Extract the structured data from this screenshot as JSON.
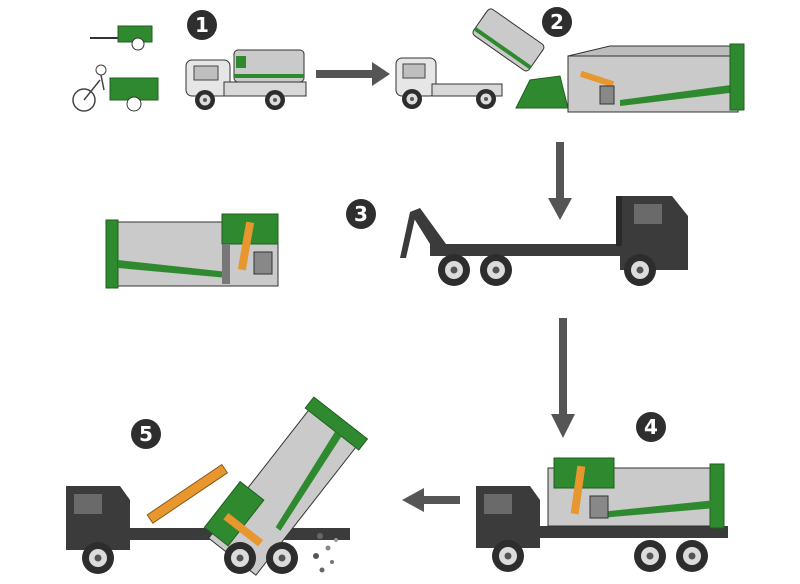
{
  "steps": [
    {
      "number": "1"
    },
    {
      "number": "2"
    },
    {
      "number": "3"
    },
    {
      "number": "4"
    },
    {
      "number": "5"
    }
  ],
  "colors": {
    "container_green": "#2f8a2f",
    "body_gray": "#c9cac9",
    "cab_dark": "#3b3b3b",
    "arrow_gray": "#555555",
    "arm_orange": "#e8962e",
    "outline": "#333333"
  }
}
